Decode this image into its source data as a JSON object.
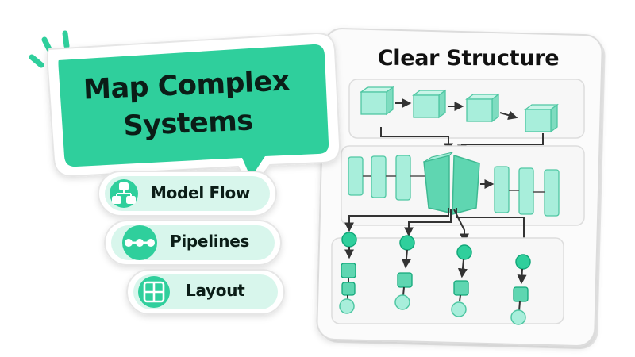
{
  "bubble": {
    "line1": "Map Complex",
    "line2": "Systems"
  },
  "pills": [
    {
      "label": "Model Flow",
      "icon": "hierarchy-icon"
    },
    {
      "label": "Pipelines",
      "icon": "connected-dots-icon"
    },
    {
      "label": "Layout",
      "icon": "grid-layout-icon"
    }
  ],
  "panel": {
    "title": "Clear Structure"
  },
  "colors": {
    "accent": "#2fcf9c",
    "accent_dark": "#12a87a",
    "block_fill": "#a8eedb",
    "block_stroke": "#4fc7a3",
    "pill_fill": "#d8f6ec",
    "text": "#0b1d17",
    "arrow": "#333333"
  }
}
